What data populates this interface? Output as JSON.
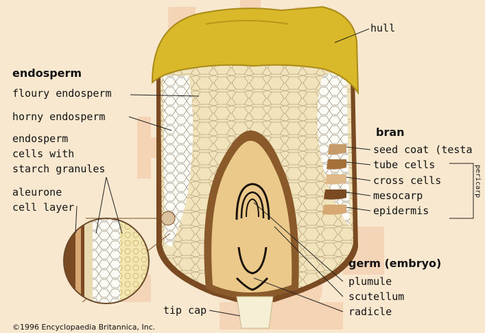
{
  "headings": {
    "endosperm": "endosperm",
    "bran": "bran",
    "germ": "germ (embryo)"
  },
  "labels": {
    "hull": "hull",
    "floury_endosperm": "floury endosperm",
    "horny_endosperm": "horny endosperm",
    "endosperm_cells_1": "endosperm",
    "endosperm_cells_2": "cells with",
    "endosperm_cells_3": "starch granules",
    "aleurone_1": "aleurone",
    "aleurone_2": "cell layer",
    "seed_coat": "seed coat (testa",
    "tube_cells": "tube cells",
    "cross_cells": "cross cells",
    "mesocarp": "mesocarp",
    "epidermis": "epidermis",
    "pericarp": "pericarp",
    "plumule": "plumule",
    "scutellum": "scutellum",
    "radicle": "radicle",
    "tip_cap": "tip cap"
  },
  "copyright": "©1996 Encyclopaedia Britannica, Inc.",
  "colors": {
    "background": "#f7e8cf",
    "hull": "#d9b92a",
    "hull_dark": "#b8961a",
    "bran_brown": "#7a4a22",
    "endosperm_fill": "#f2e6c2",
    "horny_white": "#fbfaf4",
    "germ_fill": "#eac98a",
    "tip_cap": "#f5efd6"
  }
}
